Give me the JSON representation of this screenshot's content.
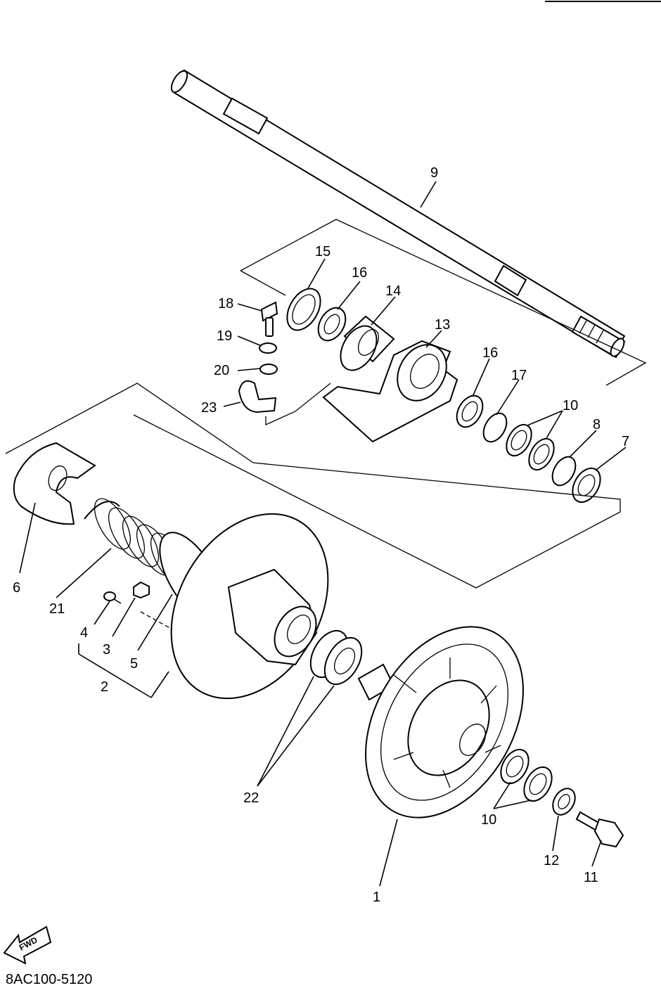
{
  "diagram": {
    "part_code": "8AC100-5120",
    "fwd_label": "FWD",
    "callouts": {
      "c1": "1",
      "c2": "2",
      "c3": "3",
      "c4": "4",
      "c5": "5",
      "c6": "6",
      "c7": "7",
      "c8": "8",
      "c9": "9",
      "c10a": "10",
      "c10b": "10",
      "c11": "11",
      "c12": "12",
      "c13": "13",
      "c14": "14",
      "c15": "15",
      "c16a": "16",
      "c16b": "16",
      "c17": "17",
      "c18": "18",
      "c19": "19",
      "c20": "20",
      "c21": "21",
      "c22": "22",
      "c23": "23"
    }
  }
}
